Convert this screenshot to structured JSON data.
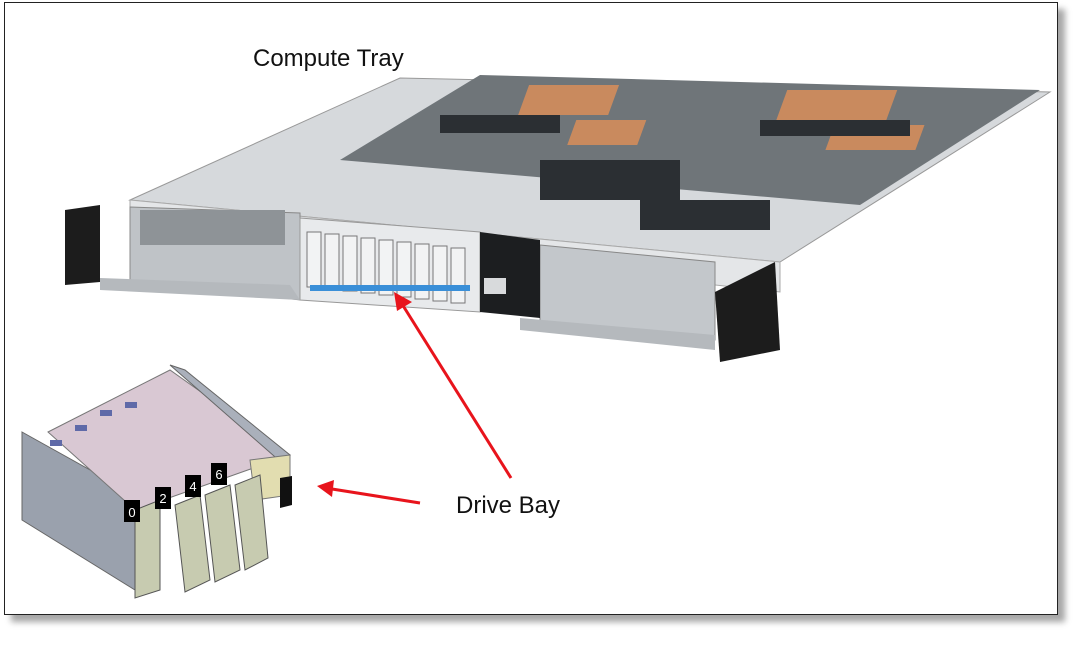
{
  "labels": {
    "compute_tray": "Compute Tray",
    "drive_bay": "Drive Bay"
  },
  "drive_bay_slots": [
    "0",
    "2",
    "4",
    "6"
  ],
  "colors": {
    "arrow": "#e8141c",
    "chassis": "#c9cdd1",
    "copper": "#c98a5e",
    "drive_accent": "#3a8fd8"
  }
}
